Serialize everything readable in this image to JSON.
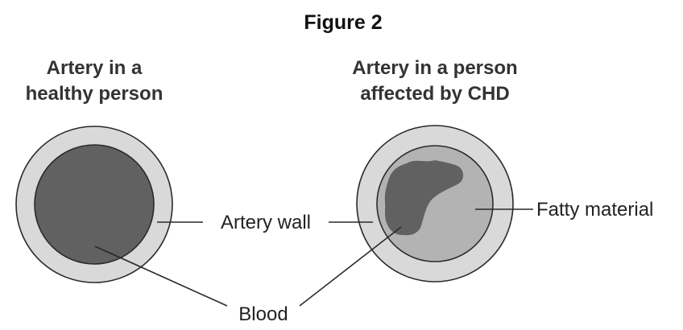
{
  "figure": {
    "title": "Figure 2"
  },
  "healthy": {
    "heading_line1": "Artery in a",
    "heading_line2": "healthy person"
  },
  "affected": {
    "heading_line1": "Artery in a person",
    "heading_line2": "affected by CHD"
  },
  "labels": {
    "artery_wall": "Artery wall",
    "fatty_material": "Fatty material",
    "blood": "Blood"
  },
  "colors": {
    "outline": "#2a2a2a",
    "artery_wall_fill": "#d9d9d9",
    "blood_fill": "#616161",
    "fatty_material_fill": "#b3b3b3"
  }
}
